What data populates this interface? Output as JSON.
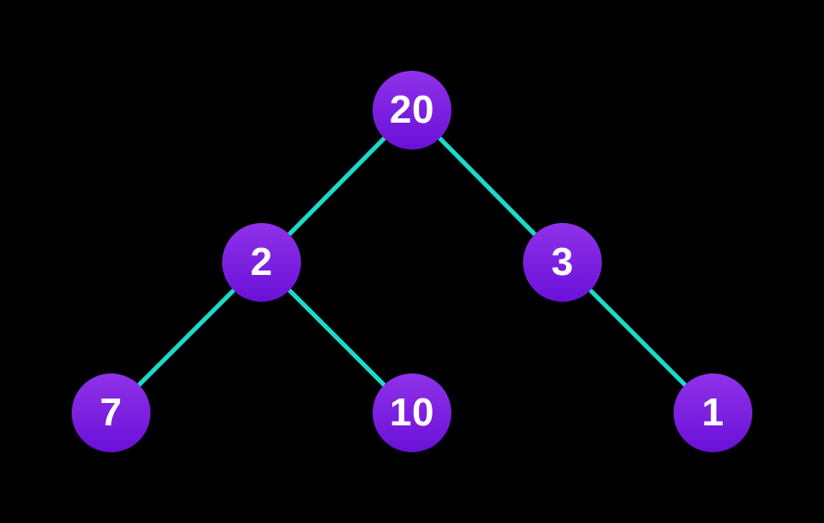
{
  "tree": {
    "type": "binary-tree",
    "nodes": [
      {
        "id": "root",
        "value": "20",
        "parent": null,
        "side": null
      },
      {
        "id": "left",
        "value": "2",
        "parent": "root",
        "side": "left"
      },
      {
        "id": "right",
        "value": "3",
        "parent": "root",
        "side": "right"
      },
      {
        "id": "left-left",
        "value": "7",
        "parent": "left",
        "side": "left"
      },
      {
        "id": "left-right",
        "value": "10",
        "parent": "left",
        "side": "right"
      },
      {
        "id": "right-right",
        "value": "1",
        "parent": "right",
        "side": "right"
      }
    ],
    "edges": [
      [
        "root",
        "left"
      ],
      [
        "root",
        "right"
      ],
      [
        "left",
        "left-left"
      ],
      [
        "left",
        "left-right"
      ],
      [
        "right",
        "right-right"
      ]
    ],
    "colors": {
      "background": "#000000",
      "node_gradient_top": "#9032e9",
      "node_gradient_bottom": "#6a10d8",
      "edge": "#1bdacb",
      "label_text": "#ffffff"
    }
  }
}
